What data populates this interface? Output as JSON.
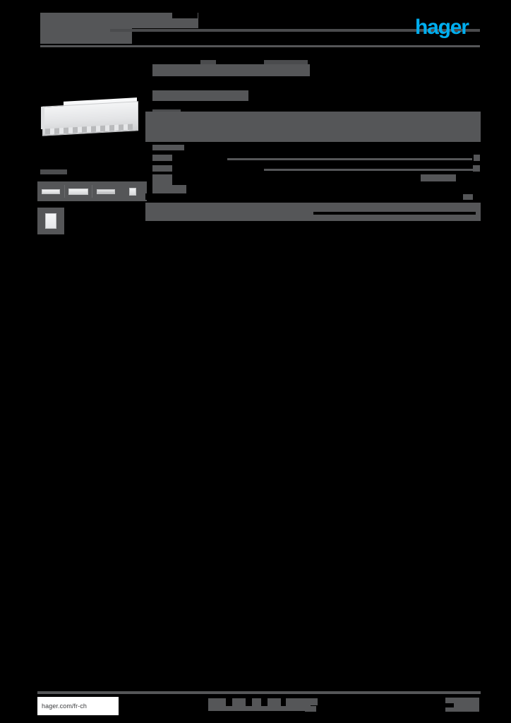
{
  "document": {
    "type": "product-datasheet",
    "brand": "hager",
    "logo_color": "#00aeef",
    "page_background": "#000000",
    "redaction_color": "#555658",
    "header": {
      "title_line_1": "",
      "title_line_2": "",
      "subtitle": ""
    },
    "product": {
      "reference": "",
      "name": "",
      "description_caption": "",
      "description_body": "",
      "image_alt": "product-photo",
      "gallery_label": "",
      "gallery_thumbnails": [
        {
          "alt": "thumbnail-front-view"
        },
        {
          "alt": "thumbnail-angled-view"
        },
        {
          "alt": "thumbnail-side-view"
        },
        {
          "alt": "thumbnail-detail-view"
        },
        {
          "alt": "thumbnail-packaging-view"
        }
      ]
    },
    "specifications": {
      "section_caption": "",
      "rows": [
        {
          "label": "",
          "value": ""
        },
        {
          "label": "",
          "value": ""
        },
        {
          "label": "",
          "value": ""
        },
        {
          "label": "",
          "value": ""
        },
        {
          "label": "",
          "value": ""
        }
      ]
    },
    "footer": {
      "url": "hager.com/fr-ch",
      "center_note_line_1": "",
      "center_note_line_2": "",
      "page_number": ""
    }
  }
}
